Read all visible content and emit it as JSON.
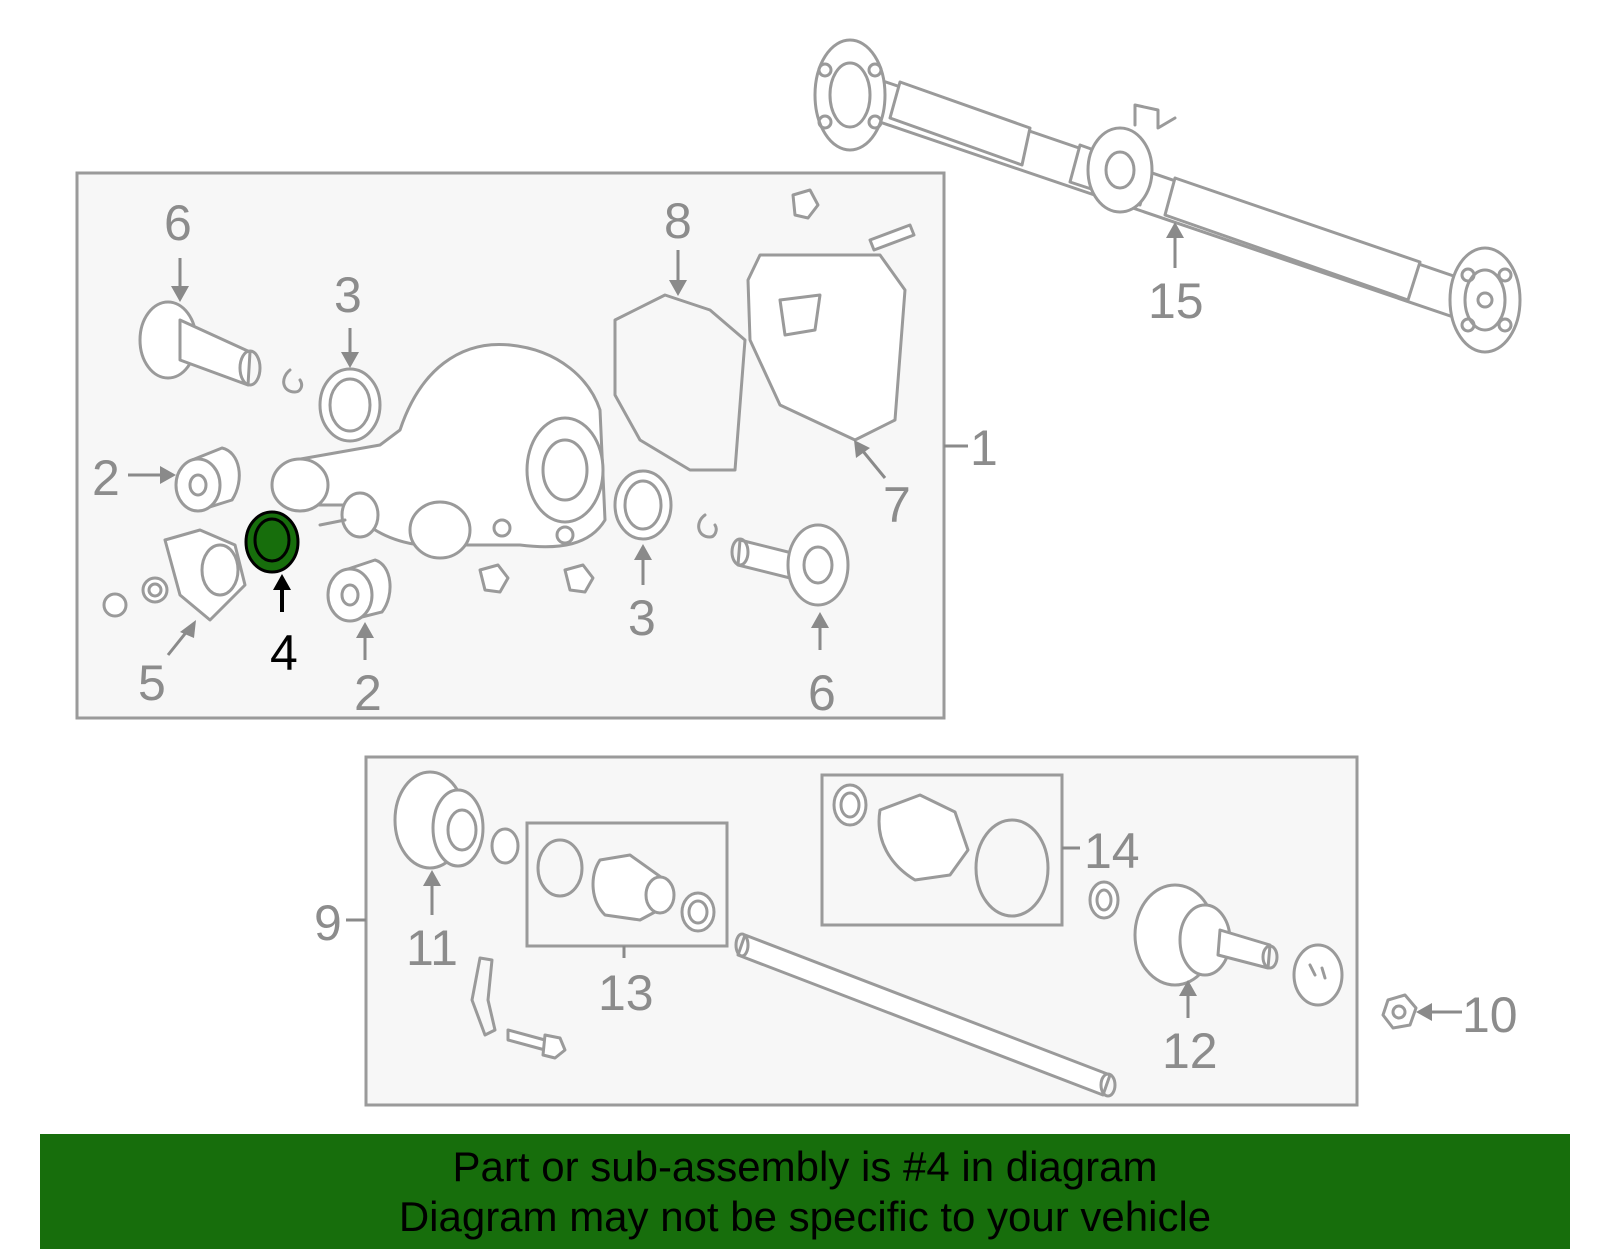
{
  "callouts": {
    "c1": "1",
    "c2a": "2",
    "c2b": "2",
    "c3a": "3",
    "c3b": "3",
    "c4": "4",
    "c5": "5",
    "c6a": "6",
    "c6b": "6",
    "c7": "7",
    "c8": "8",
    "c9": "9",
    "c10": "10",
    "c11": "11",
    "c12": "12",
    "c13": "13",
    "c14": "14",
    "c15": "15"
  },
  "highlight": {
    "part": "4",
    "color": "#176e0c"
  },
  "banner": {
    "line1": "Part or sub-assembly is #4 in diagram",
    "line2": "Diagram may not be specific to your vehicle",
    "color": "#176e0c"
  }
}
